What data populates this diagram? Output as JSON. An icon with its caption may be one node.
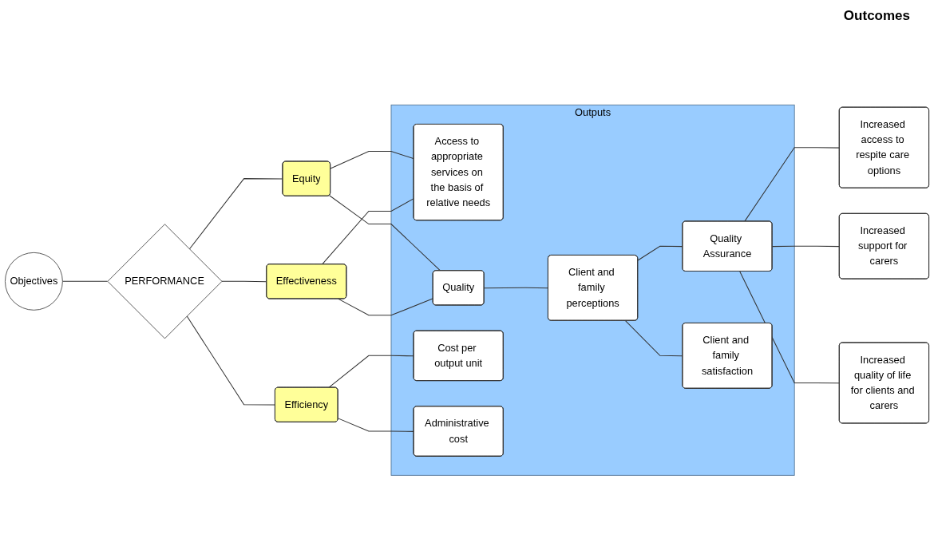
{
  "diagram": {
    "nodes": [
      {
        "text": [
          "Objectives"
        ]
      },
      {
        "text": [
          "PERFORMANCE"
        ]
      },
      {
        "text": [
          "Equity"
        ]
      },
      {
        "text": [
          "Effectiveness"
        ]
      },
      {
        "text": [
          "Efficiency"
        ]
      },
      {
        "text": [
          "Outputs"
        ]
      },
      {
        "text": [
          "Access to appropriate services on the basis of relative needs"
        ],
        "in": 5
      },
      {
        "text": [
          "Quality"
        ],
        "in": 5
      },
      {
        "text": [
          "Client and family perceptions"
        ],
        "in": 5
      },
      {
        "text": [
          "Quality Assurance"
        ],
        "in": 5
      },
      {
        "text": [
          "Client and family satisfaction"
        ],
        "in": 5
      },
      {
        "text": [
          "Cost per output unit"
        ],
        "in": 5
      },
      {
        "text": [
          "Administrative cost"
        ],
        "in": 5
      },
      {
        "text": [
          "Increased access to respite care options"
        ]
      },
      {
        "text": [
          "Increased support for carers"
        ]
      },
      {
        "text": [
          "Increased quality of life for clients and carers"
        ]
      }
    ],
    "edges": [
      {
        "from": 0,
        "to": 1,
        "arrow": "none"
      },
      {
        "from": 1,
        "to": 2,
        "arrow": "none"
      },
      {
        "from": 1,
        "to": 3,
        "arrow": "none"
      },
      {
        "from": 1,
        "to": 4,
        "arrow": "none"
      },
      {
        "from": 2,
        "to": 6,
        "arrow": "none"
      },
      {
        "from": 2,
        "to": 7,
        "arrow": "none"
      },
      {
        "from": 3,
        "to": 6,
        "arrow": "none"
      },
      {
        "from": 3,
        "to": 7,
        "arrow": "none"
      },
      {
        "from": 7,
        "to": 8,
        "arrow": "none"
      },
      {
        "from": 9,
        "to": 13,
        "arrow": "none"
      },
      {
        "from": 9,
        "to": 14,
        "arrow": "none"
      },
      {
        "from": 9,
        "to": 15,
        "arrow": "none"
      },
      {
        "from": 8,
        "to": 9,
        "arrow": "none"
      },
      {
        "from": 8,
        "to": 10,
        "arrow": "none"
      },
      {
        "from": 4,
        "to": 11,
        "arrow": "none"
      },
      {
        "from": 4,
        "to": 12,
        "arrow": "none"
      }
    ],
    "labels": [
      "Outcomes"
    ]
  }
}
